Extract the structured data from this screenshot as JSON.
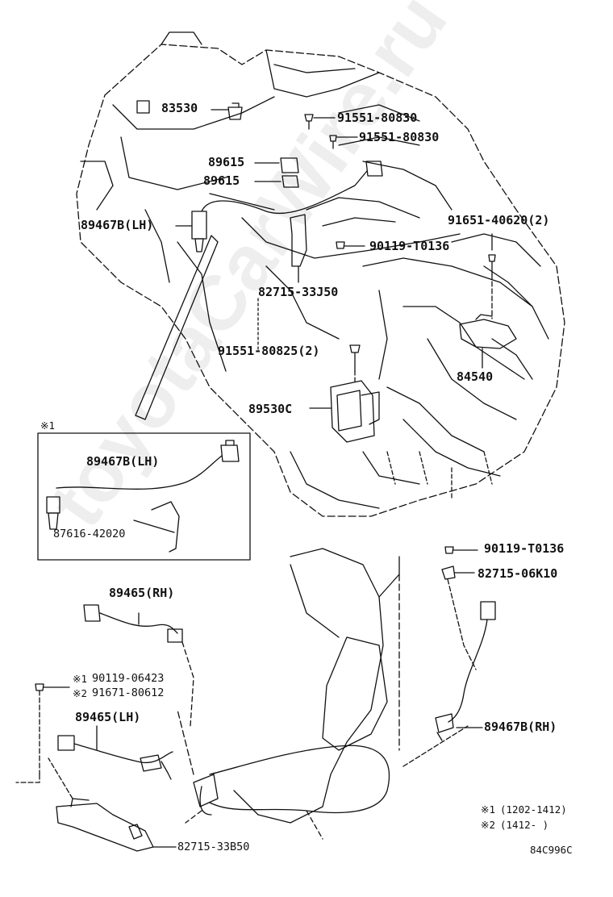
{
  "watermark": "toyotaCarWire.ru",
  "drawing_code": "84C996C",
  "labels": {
    "p83530": "83530",
    "p91551_80830a": "91551-80830",
    "p91551_80830b": "91551-80830",
    "p89615a": "89615",
    "p89615b": "89615",
    "p89467b_lh_main": "89467B(LH)",
    "p91651_40620": "91651-40620(2)",
    "p90119_t0136_a": "90119-T0136",
    "p82715_33j50": "82715-33J50",
    "p91551_80825": "91551-80825(2)",
    "p84540": "84540",
    "p89530c": "89530C",
    "p90119_t0136_b": "90119-T0136",
    "p82715_06k10": "82715-06K10",
    "p89465_rh": "89465(RH)",
    "p90119_06423": "90119-06423",
    "p91671_80612": "91671-80612",
    "p89465_lh": "89465(LH)",
    "p89467b_rh": "89467B(RH)",
    "p82715_33b50": "82715-33B50"
  },
  "inset": {
    "marker": "※1",
    "p89467b_lh": "89467B(LH)",
    "p87616_42020": "87616-42020"
  },
  "marks": {
    "m1": "※1",
    "m2": "※2"
  },
  "legend": {
    "row1_mark": "※1",
    "row1_range": "(1202-1412)",
    "row2_mark": "※2",
    "row2_range": "(1412-      )"
  }
}
